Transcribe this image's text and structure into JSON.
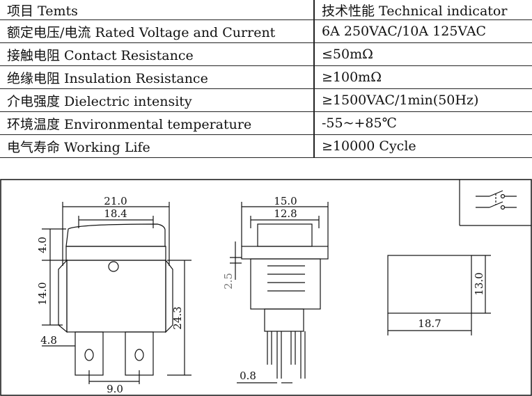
{
  "spec_table": {
    "rows": [
      {
        "item": "项目  Temts",
        "value": "技术性能  Technical indicator"
      },
      {
        "item": "额定电压/电流   Rated  Voltage and Current",
        "value": "6A  250VAC/10A  125VAC"
      },
      {
        "item": "接触电阻  Contact Resistance",
        "value": "≤50mΩ"
      },
      {
        "item": "绝缘电阻  Insulation  Resistance",
        "value": "≥100mΩ"
      },
      {
        "item": "介电强度  Dielectric intensity",
        "value": "≥1500VAC/1min(50Hz)"
      },
      {
        "item": "环境温度  Environmental temperature",
        "value": "-55~+85℃"
      },
      {
        "item": "电气寿命  Working Life",
        "value": "≥10000 Cycle"
      }
    ]
  },
  "drawing": {
    "front_view": {
      "width_overall": "21.0",
      "width_inner": "18.4",
      "rocker_height": "4.0",
      "body_height": "14.0",
      "total_height": "24.3",
      "terminal_width": "4.8",
      "terminal_pitch": "9.0"
    },
    "side_view": {
      "width_overall": "15.0",
      "width_inner": "12.8",
      "flange": "2.5",
      "pin_thickness": "0.8"
    },
    "cutout_view": {
      "width": "18.7",
      "height": "13.0"
    },
    "symbol": "double-pole-switch-icon"
  }
}
